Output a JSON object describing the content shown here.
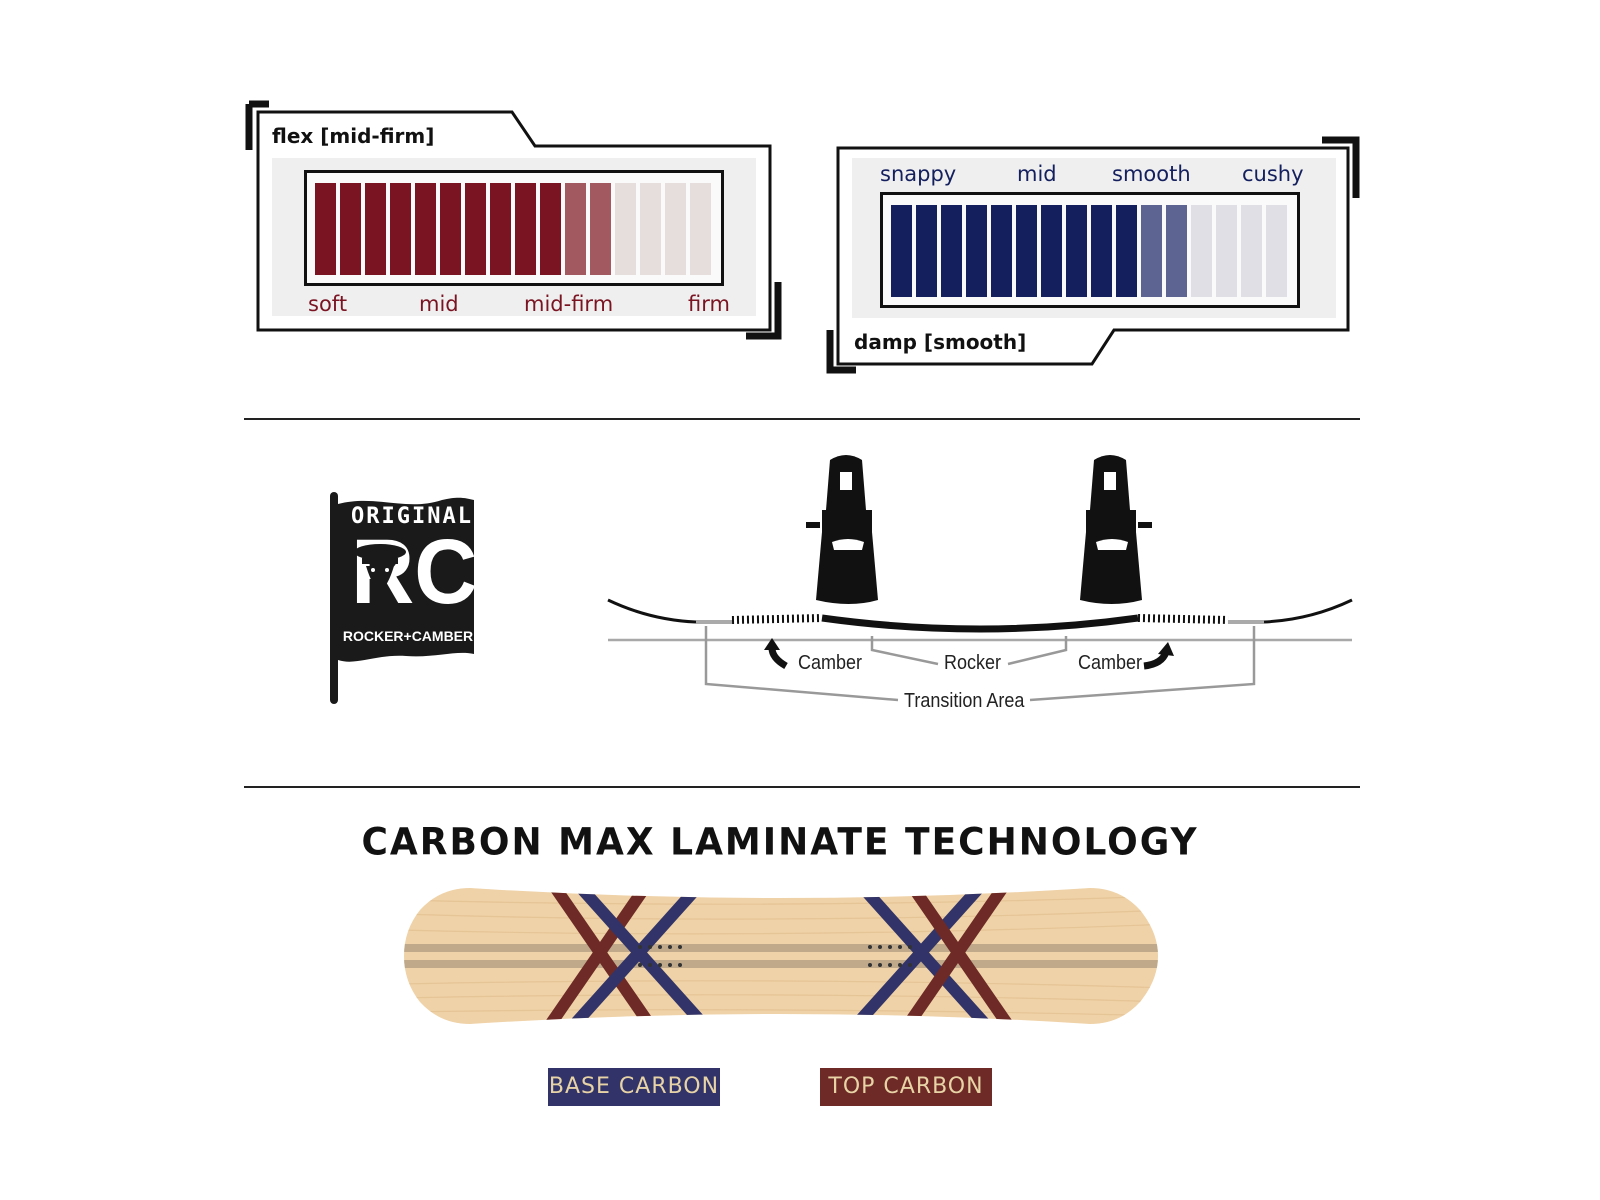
{
  "flex": {
    "title": "flex [mid-firm]",
    "level": 12,
    "scale": 16,
    "labels": [
      "soft",
      "mid",
      "mid-firm",
      "firm"
    ],
    "colors": {
      "full": "#7a1422",
      "half": "#a25a60",
      "empty": "#e6dedc"
    }
  },
  "damp": {
    "title": "damp [smooth]",
    "level": 12,
    "scale": 16,
    "labels": [
      "snappy",
      "mid",
      "smooth",
      "cushy"
    ],
    "colors": {
      "full": "#141f5e",
      "half": "#5d6491",
      "empty": "#e1dfe6"
    }
  },
  "profile": {
    "logo": {
      "top": "ORIGINAL",
      "mark": "RC",
      "bottom": "ROCKER+CAMBER"
    },
    "labels": {
      "camber_left": "Camber",
      "rocker": "Rocker",
      "camber_right": "Camber",
      "transition": "Transition Area"
    }
  },
  "tech": {
    "title": "CARBON MAX LAMINATE TECHNOLOGY",
    "legend": [
      {
        "label": "BASE CARBON",
        "color": "#323469"
      },
      {
        "label": "TOP CARBON",
        "color": "#6e2a26"
      }
    ]
  }
}
